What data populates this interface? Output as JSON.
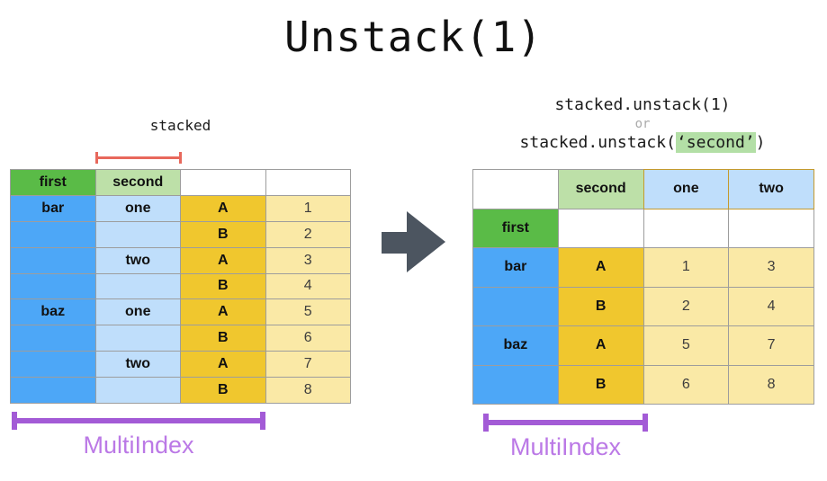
{
  "title": "Unstack(1)",
  "palette": {
    "green": "#5abb47",
    "light_green": "#bde0a8",
    "blue": "#4da7f7",
    "light_blue": "#bfdefb",
    "gold": "#f0c72e",
    "light_gold": "#fae9a6",
    "gold_border": "#c49a2e",
    "arrow_gray": "#4c5560",
    "purple": "#a35bd6",
    "purple_label": "#bb79e6",
    "red": "#e8685c",
    "border": "#9d9d9d",
    "code_highlight": "#b3dfa6",
    "or_gray": "#aaaaaa",
    "number_text": "#3d3d3d"
  },
  "arrow_icon": "right-block-arrow",
  "left_panel": {
    "stacked_label": "stacked",
    "multiindex_label": "MultiIndex",
    "table": {
      "header": [
        "first",
        "second",
        "",
        ""
      ],
      "rows": [
        [
          "bar",
          "one",
          "A",
          "1"
        ],
        [
          "",
          "",
          "B",
          "2"
        ],
        [
          "",
          "two",
          "A",
          "3"
        ],
        [
          "",
          "",
          "B",
          "4"
        ],
        [
          "baz",
          "one",
          "A",
          "5"
        ],
        [
          "",
          "",
          "B",
          "6"
        ],
        [
          "",
          "two",
          "A",
          "7"
        ],
        [
          "",
          "",
          "B",
          "8"
        ]
      ]
    }
  },
  "right_panel": {
    "code_line1": "stacked.unstack(1)",
    "code_or": "or",
    "code_line2_prefix": "stacked.unstack(",
    "code_line2_highlight": "‘second’",
    "code_line2_suffix": ")",
    "multiindex_label": "MultiIndex",
    "table": {
      "header": [
        "",
        "second",
        "one",
        "two"
      ],
      "rows": [
        [
          "first",
          "",
          "",
          ""
        ],
        [
          "bar",
          "A",
          "1",
          "3"
        ],
        [
          "",
          "B",
          "2",
          "4"
        ],
        [
          "baz",
          "A",
          "5",
          "7"
        ],
        [
          "",
          "B",
          "6",
          "8"
        ]
      ]
    }
  }
}
